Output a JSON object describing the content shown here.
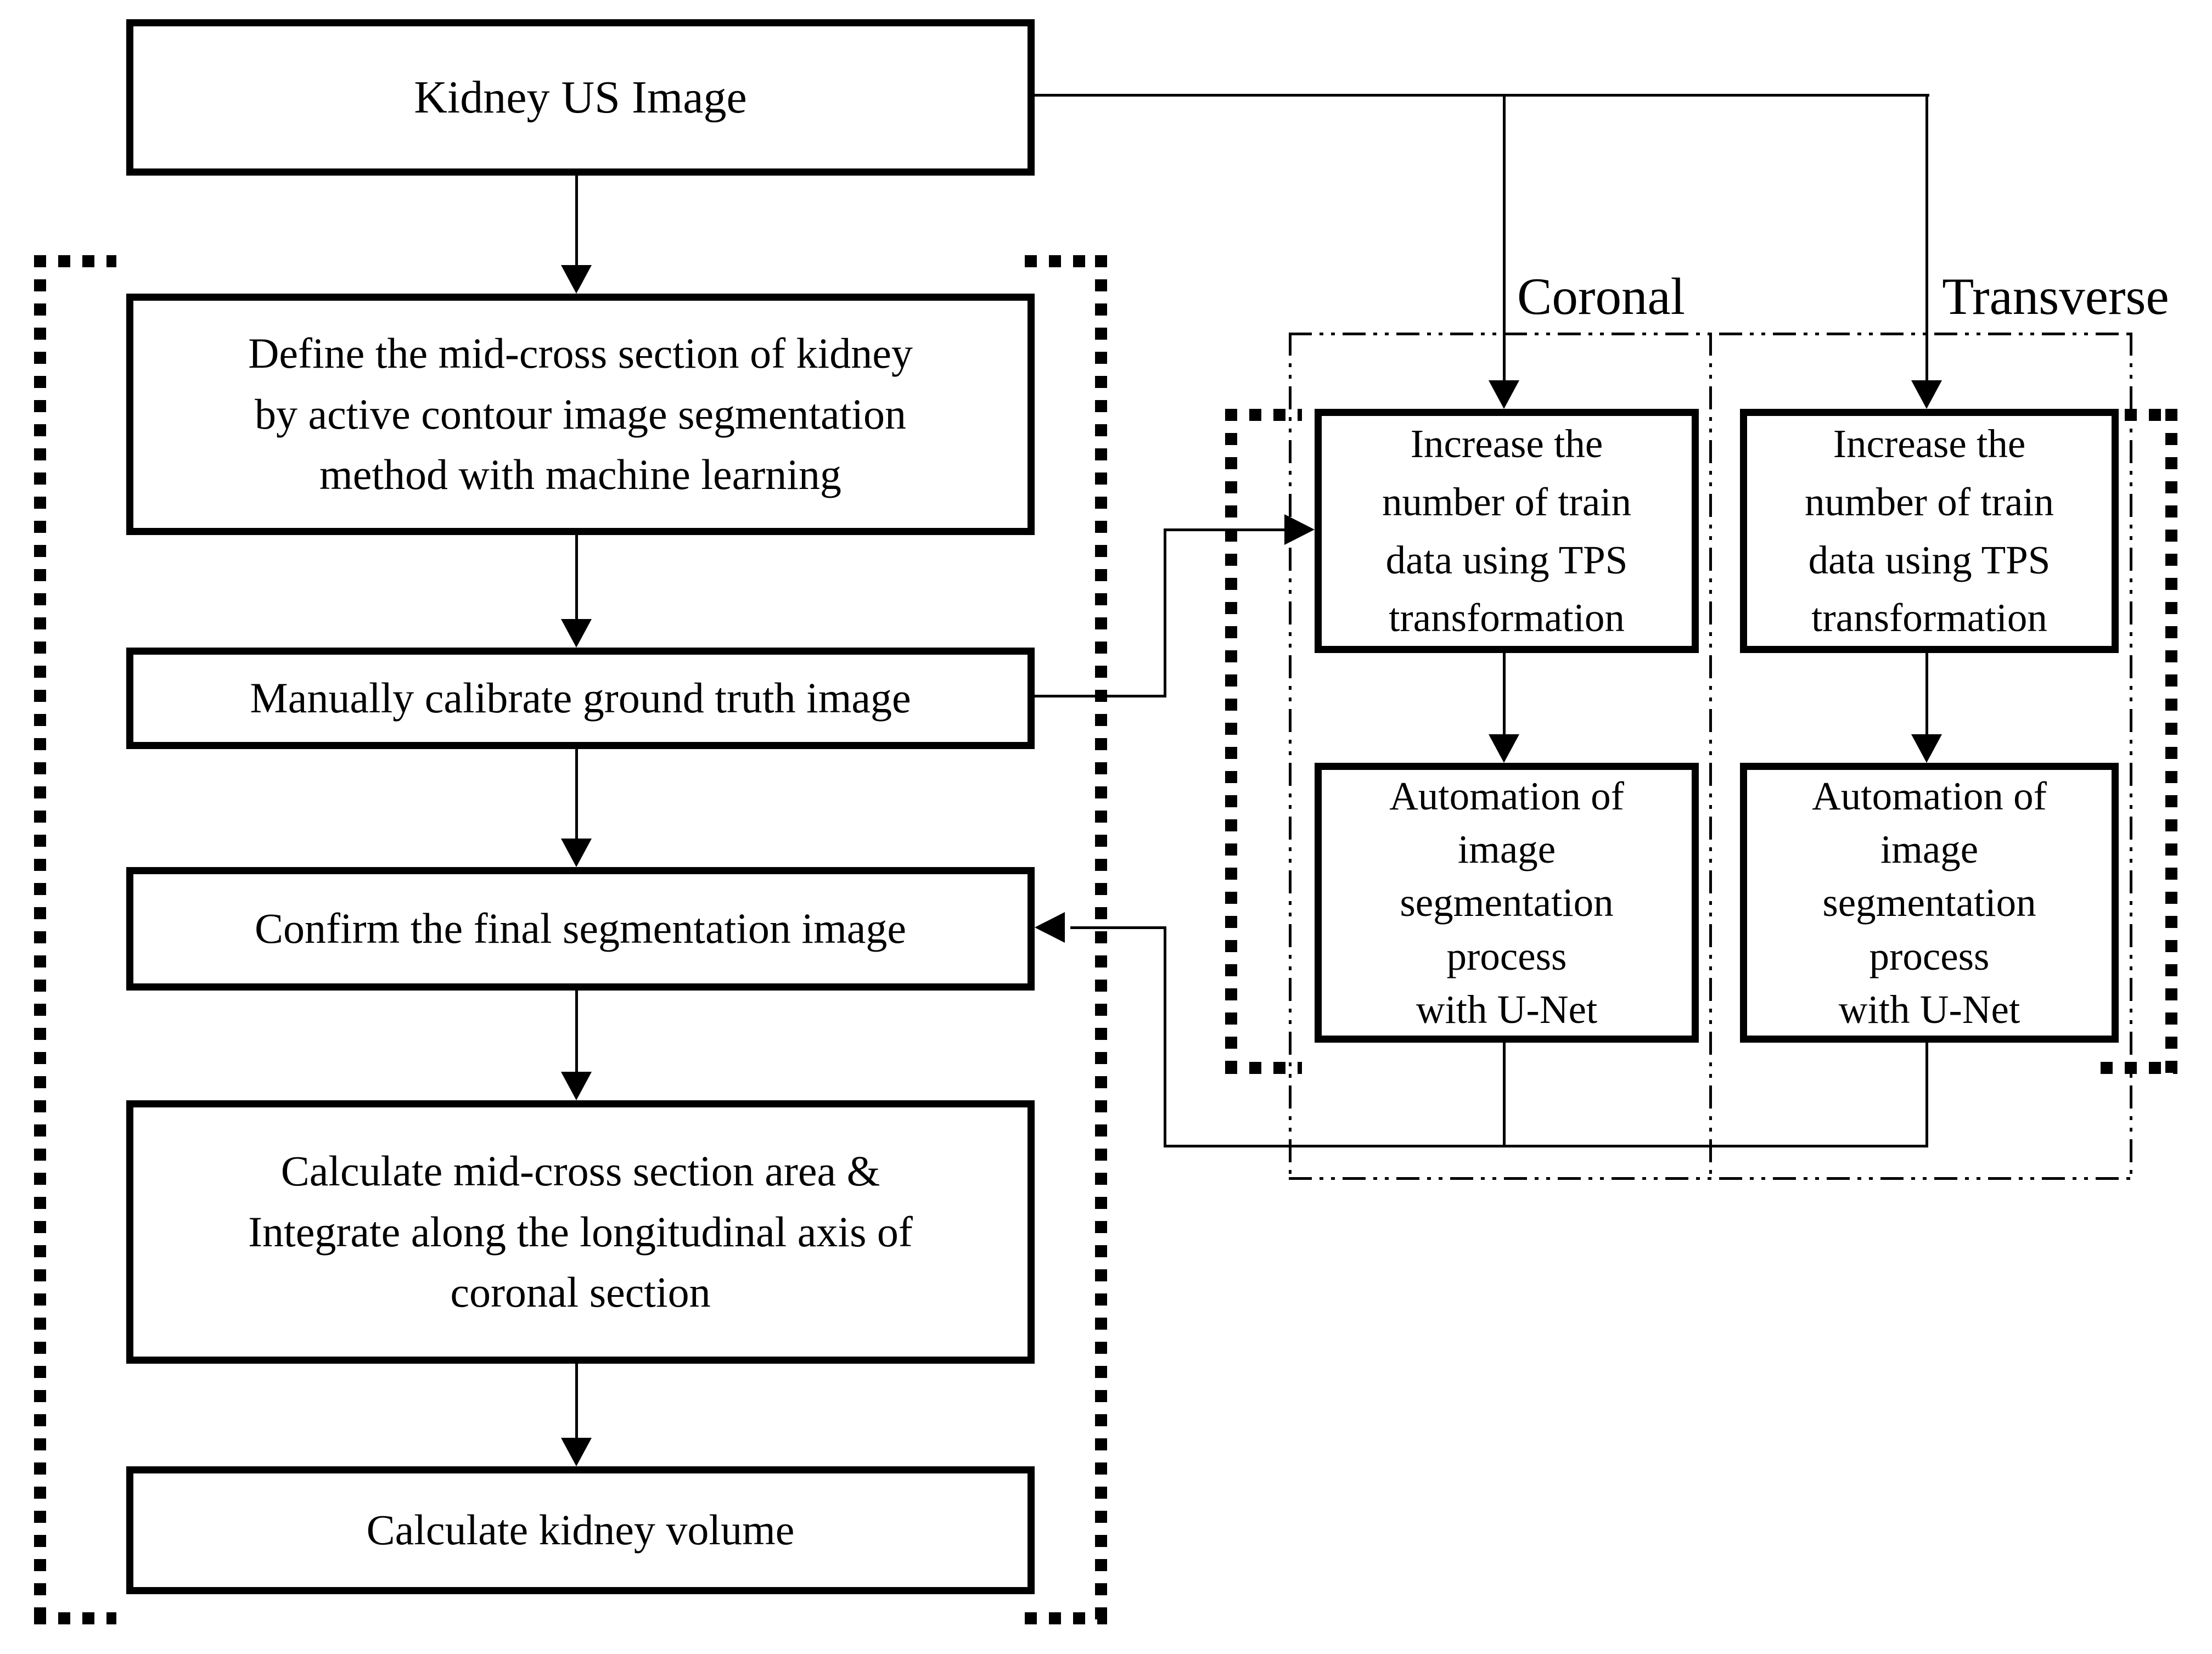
{
  "diagram": {
    "title_semantics": "Kidney ultrasound volume measurement flowchart",
    "colors": {
      "background": "#ffffff",
      "line": "#000000",
      "text": "#000000"
    },
    "left_column": {
      "boxes": [
        {
          "id": "kidney-us-image",
          "text": "Kidney US Image"
        },
        {
          "id": "define-mid-cross-section",
          "text": "Define the mid-cross section of kidney\nby active contour image segmentation\nmethod with machine learning"
        },
        {
          "id": "manually-calibrate",
          "text": "Manually calibrate ground truth image"
        },
        {
          "id": "confirm-final-segmentation",
          "text": "Confirm the final segmentation image"
        },
        {
          "id": "calculate-mid-cross-area",
          "text": "Calculate mid-cross section area &\nIntegrate along the longitudinal axis of\ncoronal section"
        },
        {
          "id": "calculate-kidney-volume",
          "text": "Calculate kidney volume"
        }
      ]
    },
    "right_columns": {
      "coronal": {
        "label": "Coronal",
        "tps_box": "Increase the\nnumber of train\ndata using TPS\ntransformation",
        "unet_box": "Automation of\nimage\nsegmentation\nprocess\nwith U-Net"
      },
      "transverse": {
        "label": "Transverse",
        "tps_box": "Increase the\nnumber of train\ndata using TPS\ntransformation",
        "unet_box": "Automation of\nimage\nsegmentation\nprocess\nwith U-Net"
      }
    }
  }
}
